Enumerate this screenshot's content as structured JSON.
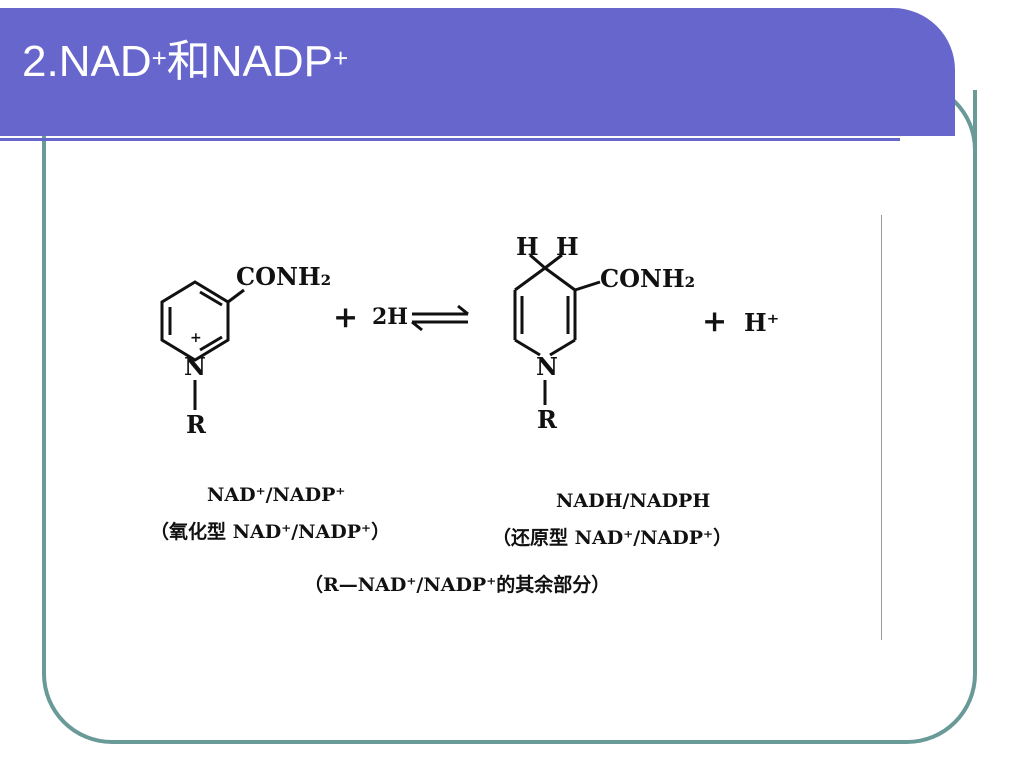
{
  "slide": {
    "title_prefix": "2.NAD",
    "title_sup1": "+",
    "title_mid": "和NADP",
    "title_sup2": "+"
  },
  "figure": {
    "left_group": "CONH₂",
    "left_n": "N",
    "left_nplus": "+",
    "left_r": "R",
    "plus1": "+",
    "two_h": "2H",
    "right_h1": "H",
    "right_h2": "H",
    "right_group": "CONH₂",
    "right_n": "N",
    "right_r": "R",
    "plus2": "+",
    "h_plus": "H⁺",
    "left_name": "NAD⁺/NADP⁺",
    "left_desc": "（氧化型 NAD⁺/NADP⁺）",
    "right_name": "NADH/NADPH",
    "right_desc": "（还原型 NAD⁺/NADP⁺）",
    "footnote": "（R—NAD⁺/NADP⁺的其余部分）"
  }
}
